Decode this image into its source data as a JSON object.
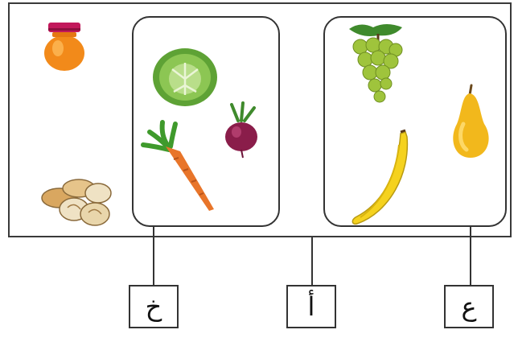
{
  "labels": {
    "left": "خ",
    "middle": "أ",
    "right": "ع"
  },
  "items": {
    "loose": [
      "honey-jar-icon",
      "bread-rolls-icon"
    ],
    "vegetables": [
      "cabbage-icon",
      "carrot-icon",
      "beetroot-icon"
    ],
    "fruits": [
      "grapes-icon",
      "pear-icon",
      "banana-icon"
    ]
  },
  "colors": {
    "outline": "#333333",
    "honey": "#f28a1a",
    "cabbage": "#6fb443",
    "carrot": "#e8752a",
    "beet": "#8a1d4a",
    "grapes": "#9fc43c",
    "pear": "#f2b81c",
    "banana": "#f5d21e"
  }
}
